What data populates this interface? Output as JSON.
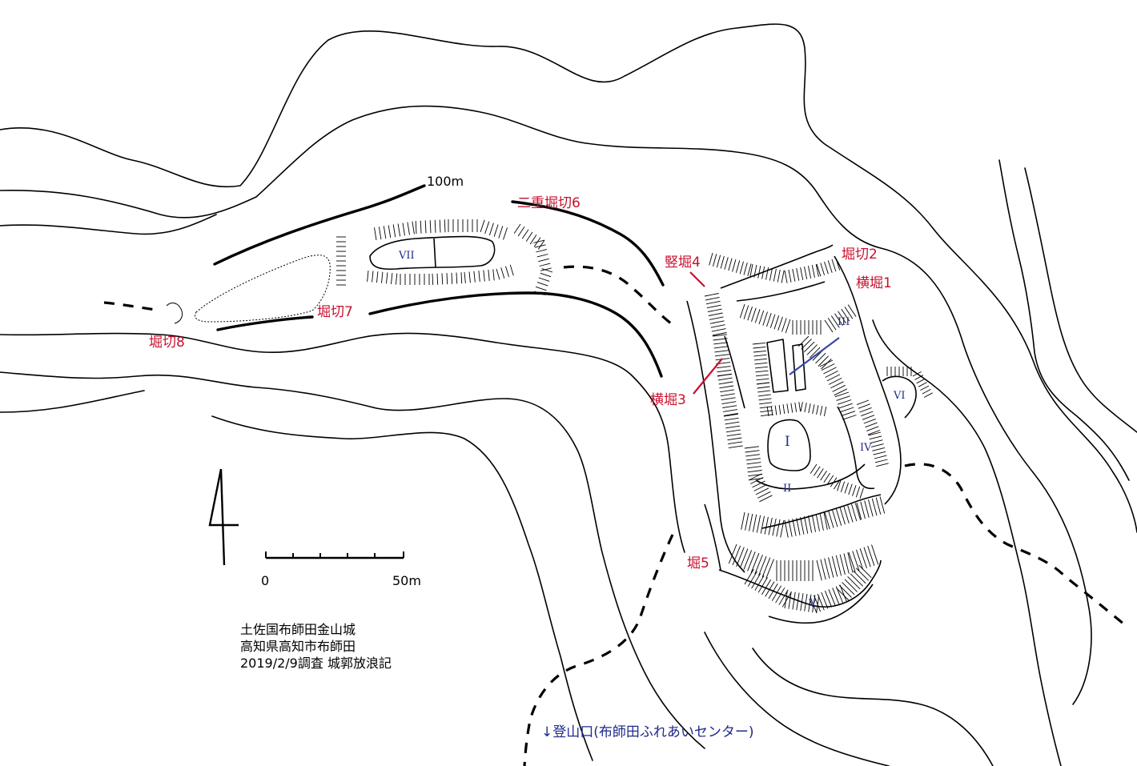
{
  "map": {
    "contour_label": "100m",
    "features": {
      "double_moat_6": "二重堀切6",
      "moat_cut_7": "堀切7",
      "moat_cut_8": "堀切8",
      "moat_cut_2": "堀切2",
      "vertical_moat_4": "竪堀4",
      "horizontal_moat_1": "横堀1",
      "horizontal_moat_3": "横堀3",
      "moat_5": "堀5"
    },
    "baileys": {
      "b1": "I",
      "b2": "II",
      "b3": "III",
      "b4": "IV",
      "b5": "V",
      "b6": "VI",
      "b7": "VII"
    },
    "scale": {
      "zero": "0",
      "max": "50m"
    },
    "trailhead": "↓登山口(布師田ふれあいセンター)",
    "caption": {
      "line1": "土佐国布師田金山城",
      "line2": "高知県高知市布師田",
      "line3": "2019/2/9調査 城郭放浪記"
    },
    "colors": {
      "feature_label": "#c8102e",
      "bailey_label": "#1f2a8a",
      "line": "#000000"
    }
  }
}
